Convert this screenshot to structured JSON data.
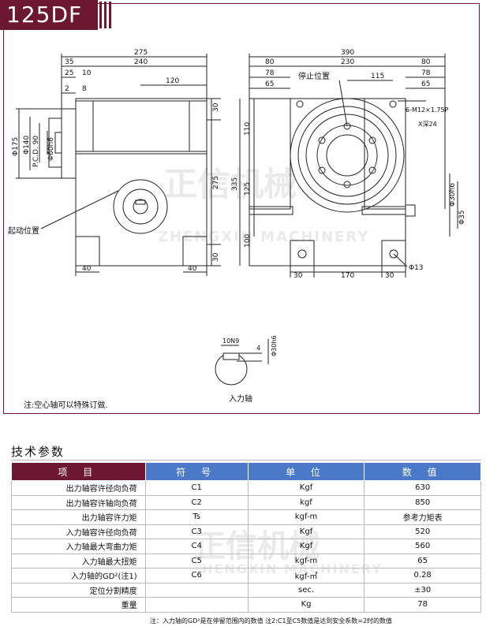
{
  "model": "125DF",
  "drawing": {
    "left_view": {
      "top_dims": [
        "275",
        "35",
        "240",
        "25",
        "10",
        "120",
        "2",
        "8"
      ],
      "side_dims": [
        "Φ175",
        "Φ140",
        "P.C.D. 90",
        "Φ60h6"
      ],
      "right_dims": [
        "30",
        "275",
        "30"
      ],
      "bottom_dims": [
        "40",
        "40"
      ],
      "start_position_label": "起动位置"
    },
    "right_view": {
      "top_dims": [
        "390",
        "80",
        "230",
        "80",
        "78",
        "78",
        "65",
        "115",
        "65"
      ],
      "stop_position_label": "停止位置",
      "thread_note_1": "6-M12×1.75P",
      "thread_note_2": "X深24",
      "left_dims": [
        "110",
        "125",
        "100",
        "335"
      ],
      "right_dims": [
        "Φ30h6",
        "Φ35",
        "Φ13"
      ],
      "bottom_dims": [
        "30",
        "170",
        "30"
      ]
    },
    "shaft": {
      "keyway": "10N9",
      "depth": "4",
      "diameter": "Φ30h6",
      "caption": "入力轴"
    },
    "note": "注:空心轴可以特殊订做."
  },
  "watermark": {
    "cn": "正信机械",
    "en": "ZHENGXIN MACHINERY",
    "en2": "HENGXIN MACHINERY"
  },
  "specs": {
    "title": "技术参数",
    "headers": [
      "项 目",
      "符 号",
      "单 位",
      "数 值"
    ],
    "rows": [
      [
        "出力轴容许径向负荷",
        "C1",
        "Kgf",
        "630"
      ],
      [
        "出力轴容许轴向负荷",
        "C2",
        "kgf",
        "850"
      ],
      [
        "出力轴容许力矩",
        "Ts",
        "kgf-m",
        "参考力矩表"
      ],
      [
        "入力轴容许径向负荷",
        "C3",
        "Kgf",
        "520"
      ],
      [
        "入力轴最大弯曲力矩",
        "C4",
        "Kgf",
        "560"
      ],
      [
        "入力轴最大扭矩",
        "C5",
        "kgf-m",
        "65"
      ],
      [
        "入力轴的GD²(注1)",
        "C6",
        "kgf-㎡",
        "0.28"
      ],
      [
        "定位分割精度",
        "",
        "sec.",
        "±30"
      ],
      [
        "重量",
        "",
        "Kg",
        "78"
      ]
    ],
    "footnote": "注：入力轴的GD²是在停留范围内的数值  注2:C1至C5数值是达到安全系数=2时的数值"
  },
  "colors": {
    "brand": "#6b1830",
    "header_blue": "#4a79c8"
  }
}
